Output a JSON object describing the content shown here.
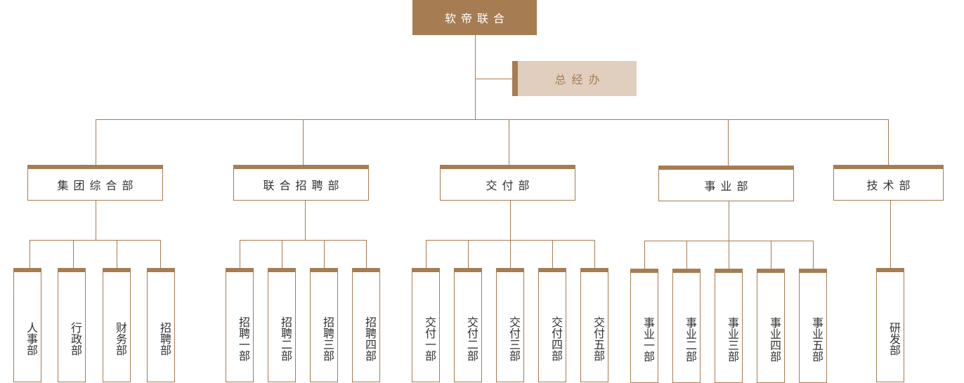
{
  "root": {
    "label": "软帝联合"
  },
  "office": {
    "label": "总经办"
  },
  "colors": {
    "accent": "#a67c52",
    "office_bg": "#e0cfbe",
    "text": "#333333"
  },
  "departments": [
    {
      "label": "集团综合部",
      "subs": [
        "人事部",
        "行政部",
        "财务部",
        "招聘部"
      ]
    },
    {
      "label": "联合招聘部",
      "subs": [
        "招聘一部",
        "招聘二部",
        "招聘三部",
        "招聘四部"
      ]
    },
    {
      "label": "交付部",
      "subs": [
        "交付一部",
        "交付二部",
        "交付三部",
        "交付四部",
        "交付五部"
      ]
    },
    {
      "label": "事业部",
      "subs": [
        "事业一部",
        "事业二部",
        "事业三部",
        "事业四部",
        "事业五部"
      ]
    },
    {
      "label": "技术部",
      "subs": [
        "研发部"
      ]
    }
  ]
}
